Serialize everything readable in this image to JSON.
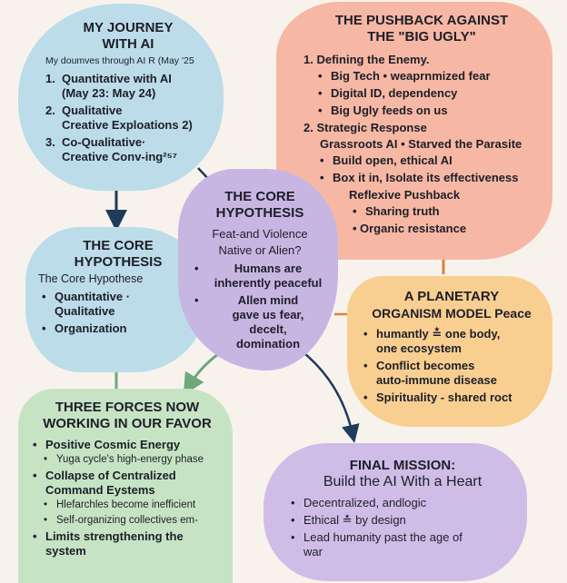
{
  "colors": {
    "background": "#f7f3ec",
    "journey": "#bcdcea",
    "pushback": "#f6b8a4",
    "core_top": "#c8b6e2",
    "core_left": "#bcdcea",
    "planetary": "#f8cf91",
    "three_forces": "#c6e4c4",
    "final_mission": "#cfbde8",
    "arrow_dark": "#1f3b5c",
    "arrow_orange": "#e0803a",
    "arrow_green": "#6ea87c"
  },
  "journey": {
    "title_line1": "MY JOURNEY",
    "title_line2": "WITH AI",
    "subtitle": "My doumves through AI R (May '25",
    "items": [
      {
        "num": "1.",
        "line1": "Quantitative with AI",
        "line2": "(May 23: May 24)"
      },
      {
        "num": "2.",
        "line1": "Qualitative",
        "line2": "Creative Exploations 2)"
      },
      {
        "num": "3.",
        "line1": "Co-Qualitative·",
        "line2": "Creative Conv-ing²⁵⁷"
      }
    ]
  },
  "pushback": {
    "title_line1": "THE PUSHBACK AGAINST",
    "title_line2": "THE \"BIG UGLY\"",
    "section1_title": "1. Defining the Enemy.",
    "section1_items": [
      "Big Tech • weaprnmized fear",
      "Digital ID, dependency",
      "Big Ugly feeds on us"
    ],
    "section2_title": "2. Strategic Response",
    "section2_sub": "Grassroots AI • Starved the Parasite",
    "section2_items": [
      "Build open, ethical AI",
      "Box it in, Isolate its effectiveness"
    ],
    "section3_title": "Reflexive Pushback",
    "section3_items": [
      "Sharing truth",
      "Organic resistance"
    ]
  },
  "core_center": {
    "title_line1": "THE CORE",
    "title_line2": "HYPOTHESIS",
    "question_line1": "Feat-and Violence",
    "question_line2": "Native or Alien?",
    "items": [
      {
        "line1": "Humans are",
        "line2": "inherently peaceful"
      },
      {
        "line1": "Allen mind",
        "line2": "gave us fear,",
        "line3": "decelt,",
        "line4": "domination"
      }
    ]
  },
  "core_left": {
    "title_line1": "THE CORE",
    "title_line2": "HYPOTHESIS",
    "subtitle": "The Core Hypothese",
    "items": [
      {
        "line1": "Quantitative ·",
        "line2": "Qualitative"
      },
      {
        "line1": "Organization"
      }
    ]
  },
  "planetary": {
    "title_line1": "A PLANETARY",
    "title_line2": "ORGANISM MODEL Peace",
    "items": [
      {
        "line1": "humantly ≛ one body,",
        "line2": "one ecosystem"
      },
      {
        "line1": "Conflict becomes",
        "line2": "auto-immune disease"
      },
      {
        "line1": "Spirituality - shared roct"
      }
    ]
  },
  "three_forces": {
    "title_line1": "THREE FORCES NOW",
    "title_line2": "WORKING IN OUR FAVOR",
    "item1": "Positive Cosmic Energy",
    "item1_sub": "Yuga cycle's high-energy phase",
    "item2_line1": "Collapse of Centralized",
    "item2_line2": "Command Eystems",
    "item2_subs": [
      "Hlefarchles become inefficient",
      "Self-organizing collectives em-"
    ],
    "item3_line1": "Limits strengthening the",
    "item3_line2": "system"
  },
  "final_mission": {
    "title_line1": "FINAL MISSION:",
    "title_line2": "Build the AI With a Heart",
    "items": [
      {
        "line1": "Decentralized, andlogic"
      },
      {
        "line1": "Ethical ≛ by design"
      },
      {
        "line1": "Lead humanity past the age of",
        "line2": "war"
      }
    ]
  }
}
